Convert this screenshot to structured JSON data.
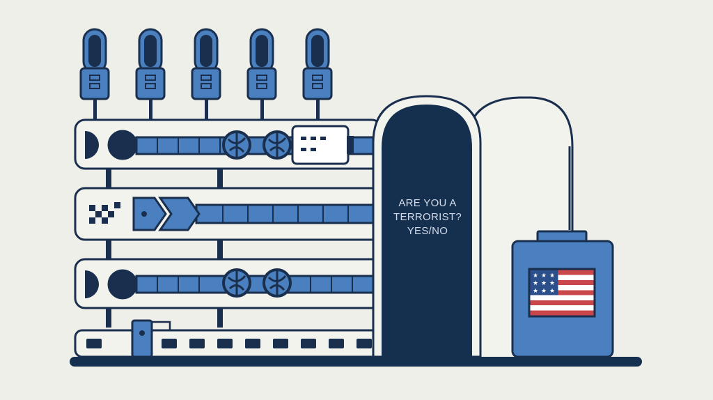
{
  "scanner": {
    "prompt_line_1": "ARE YOU A",
    "prompt_line_2": "TERRORIST?",
    "prompt_line_3": "YES/NO"
  },
  "colors": {
    "background": "#efefea",
    "outline": "#1a2f4d",
    "accent_blue": "#4a80bf",
    "navy": "#15304f",
    "flag_red": "#c9464a",
    "flag_blue": "#2b4f8a"
  },
  "icons": [
    "microphone-icon",
    "roller-icon",
    "gear-icon",
    "card-reader-icon",
    "arrow-icon",
    "us-flag-icon"
  ]
}
